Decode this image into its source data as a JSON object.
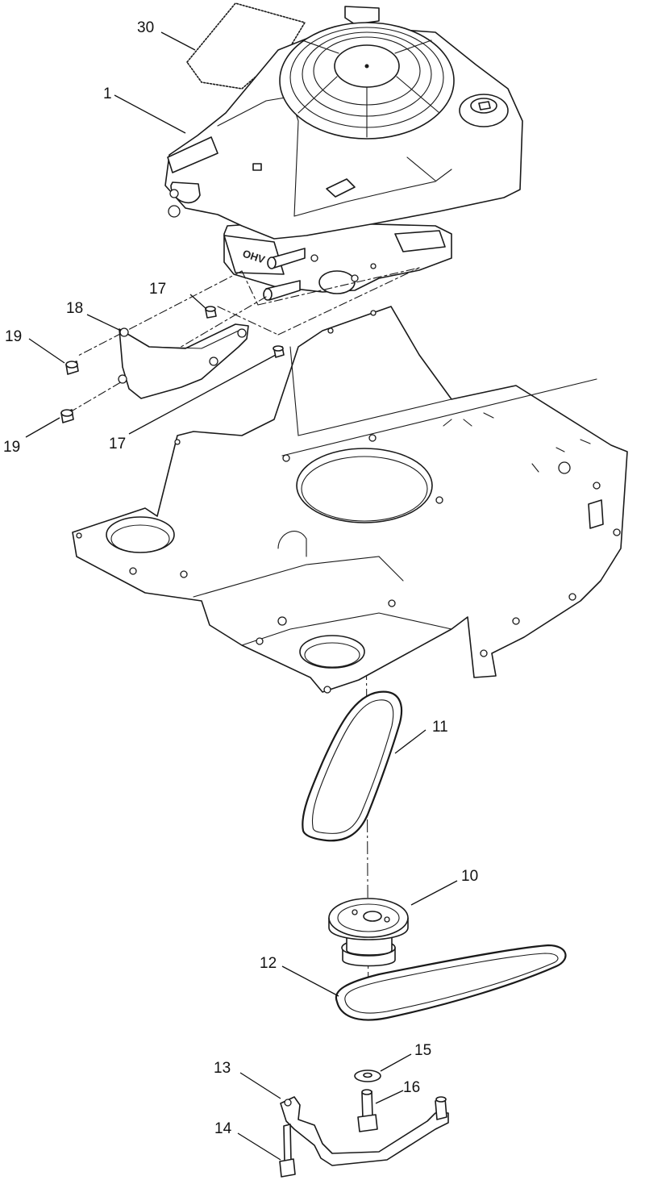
{
  "callouts": [
    {
      "id": "c30",
      "label": "30"
    },
    {
      "id": "c1",
      "label": "1"
    },
    {
      "id": "c17a",
      "label": "17"
    },
    {
      "id": "c18",
      "label": "18"
    },
    {
      "id": "c19a",
      "label": "19"
    },
    {
      "id": "c19b",
      "label": "19"
    },
    {
      "id": "c17b",
      "label": "17"
    },
    {
      "id": "c11",
      "label": "11"
    },
    {
      "id": "c10",
      "label": "10"
    },
    {
      "id": "c12",
      "label": "12"
    },
    {
      "id": "c15",
      "label": "15"
    },
    {
      "id": "c13",
      "label": "13"
    },
    {
      "id": "c16",
      "label": "16"
    },
    {
      "id": "c14",
      "label": "14"
    }
  ],
  "engine_badge": "OHV"
}
